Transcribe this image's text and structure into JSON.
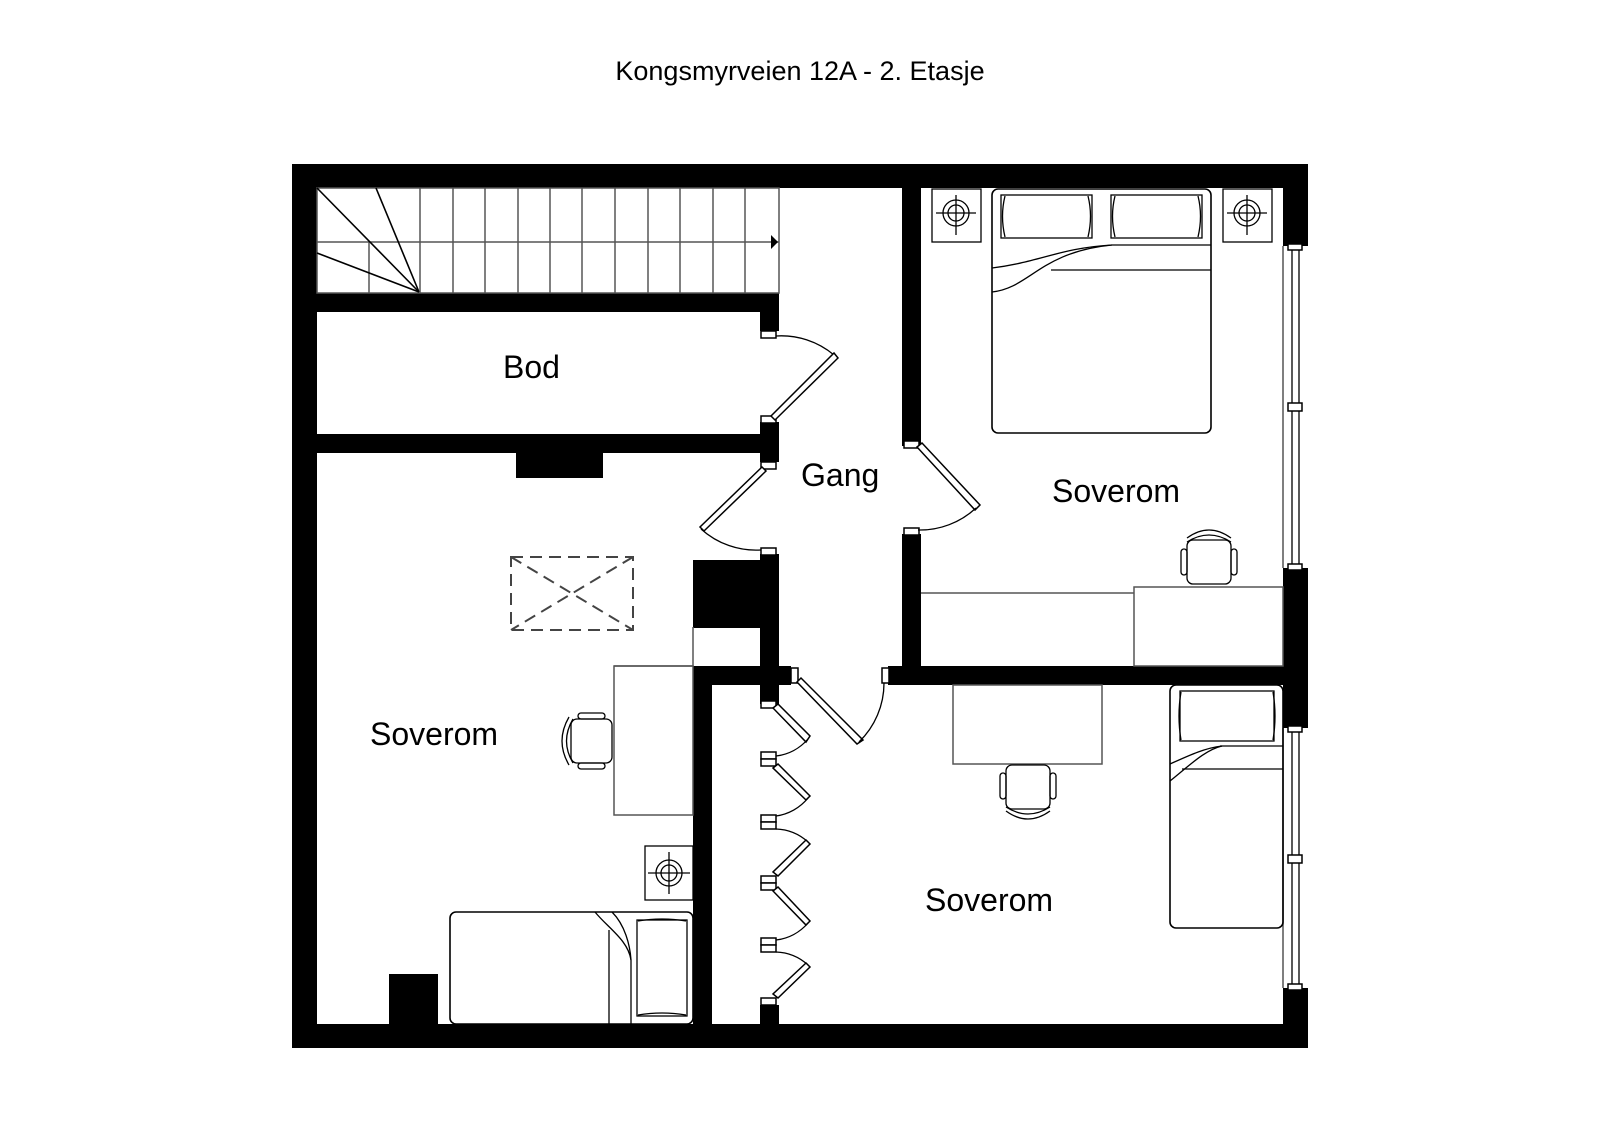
{
  "title": "Kongsmyrveien 12A - 2. Etasje",
  "rooms": {
    "bod": "Bod",
    "gang": "Gang",
    "soverom_ne": "Soverom",
    "soverom_w": "Soverom",
    "soverom_se": "Soverom"
  },
  "colors": {
    "wall": "#000000",
    "background": "#ffffff",
    "line": "#000000"
  },
  "legend_items": [
    {
      "name": "staircase",
      "room": "top-left"
    },
    {
      "name": "double-bed",
      "room": "soverom_ne"
    },
    {
      "name": "nightstand-lamp",
      "count": 3
    },
    {
      "name": "desk",
      "count": 3
    },
    {
      "name": "office-chair",
      "count": 3
    },
    {
      "name": "single-bed",
      "count": 2
    },
    {
      "name": "skylight",
      "room": "soverom_w"
    },
    {
      "name": "wardrobe-bifold-doors",
      "room": "soverom_se"
    },
    {
      "name": "window",
      "count": 2
    }
  ]
}
